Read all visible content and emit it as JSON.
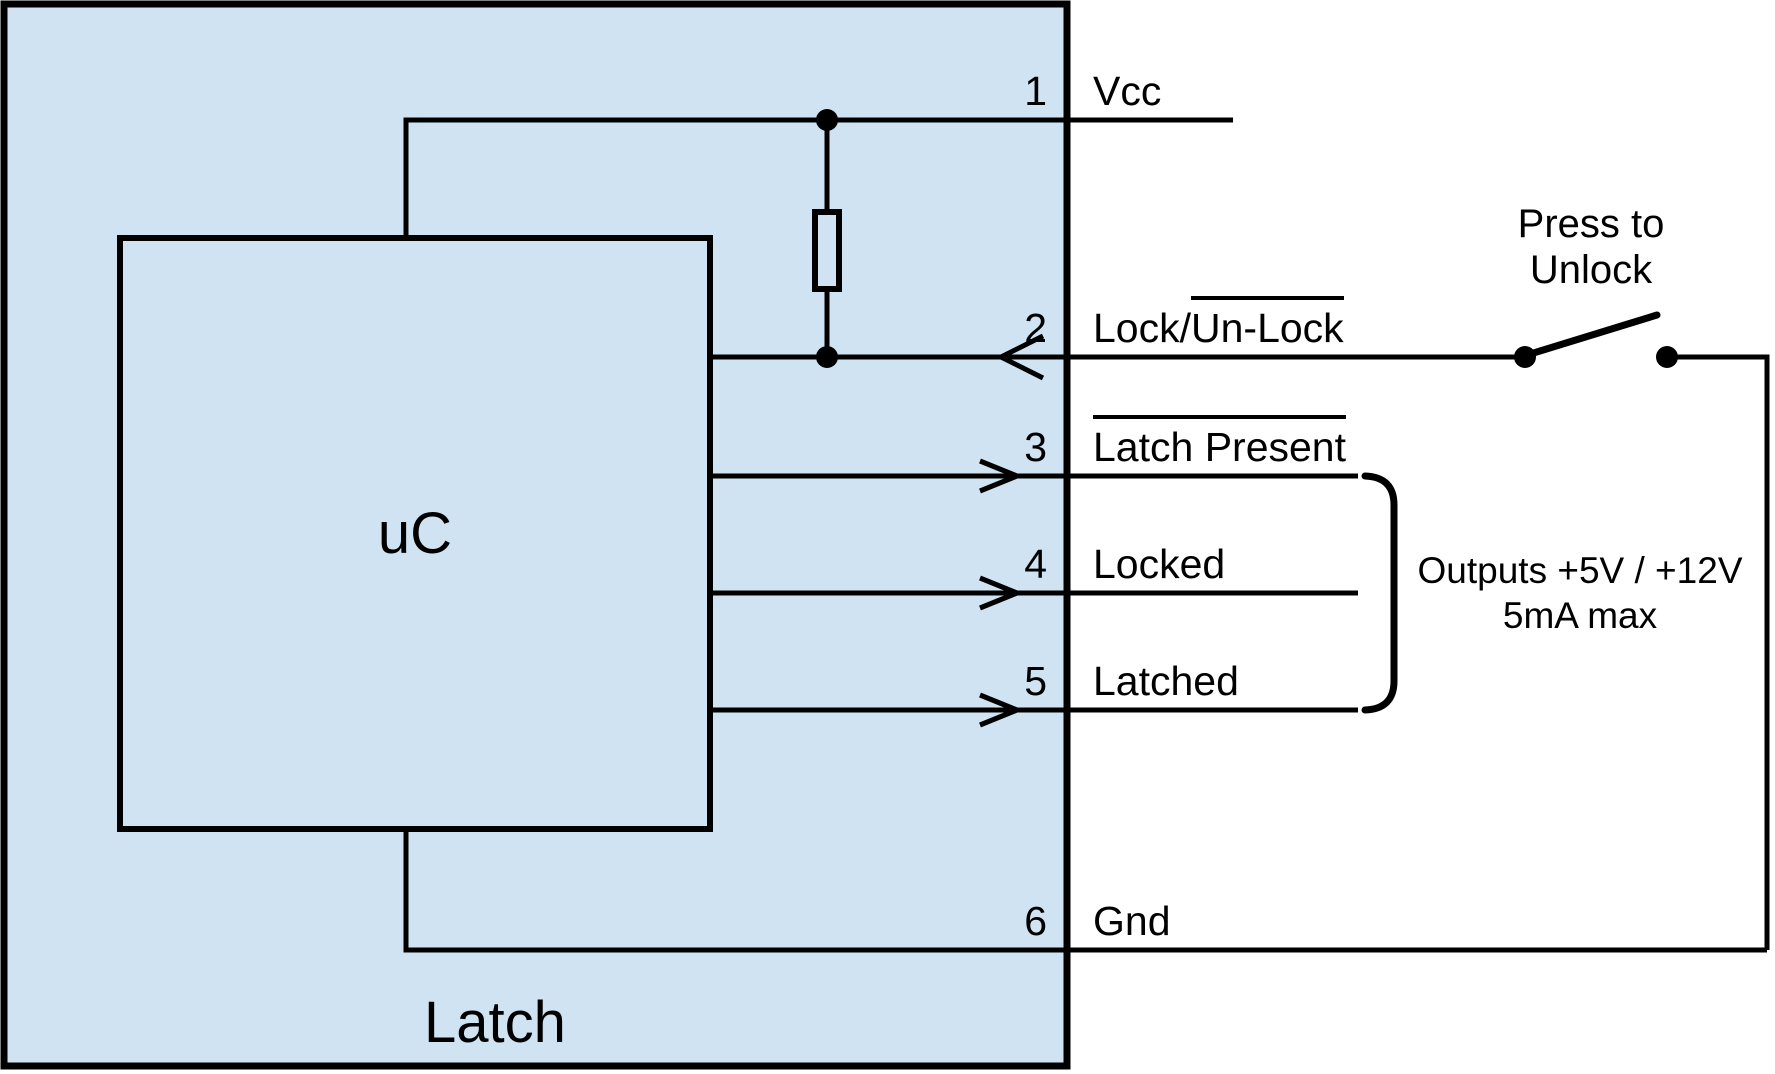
{
  "diagram": {
    "latch_label": "Latch",
    "uc_label": "uC",
    "pins": [
      {
        "number": "1",
        "label_plain": "Vcc",
        "label_overlined": ""
      },
      {
        "number": "2",
        "label_plain": "Lock/",
        "label_overlined": "Un-Lock"
      },
      {
        "number": "3",
        "label_plain": "",
        "label_overlined": "Latch Present"
      },
      {
        "number": "4",
        "label_plain": "Locked",
        "label_overlined": ""
      },
      {
        "number": "5",
        "label_plain": "Latched",
        "label_overlined": ""
      },
      {
        "number": "6",
        "label_plain": "Gnd",
        "label_overlined": ""
      }
    ],
    "switch_label_line1": "Press to",
    "switch_label_line2": "Unlock",
    "outputs_note_line1": "Outputs +5V / +12V",
    "outputs_note_line2": "5mA max",
    "colors": {
      "block_fill": "#cfe3f2",
      "line": "#000000",
      "background": "#ffffff"
    }
  }
}
